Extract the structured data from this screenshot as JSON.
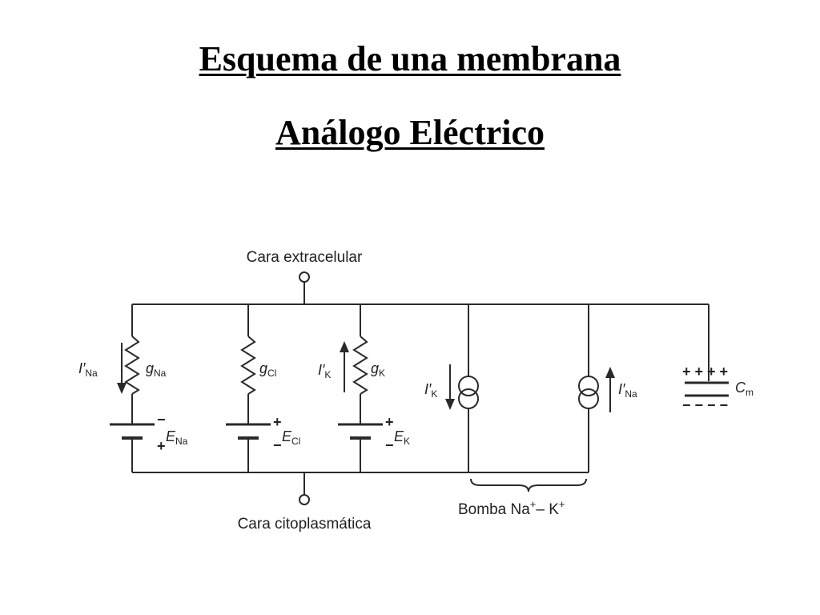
{
  "slide": {
    "title": "Esquema de una membrana",
    "subtitle": "Análogo Eléctrico"
  },
  "diagram": {
    "top_label": "Cara extracelular",
    "bottom_label": "Cara citoplasmática",
    "pump_label": "Bomba Na",
    "pump_label_k": "K",
    "branches": {
      "na": {
        "current": "I′",
        "current_sub": "Na",
        "conductance": "g",
        "conductance_sub": "Na",
        "emf": "E",
        "emf_sub": "Na"
      },
      "cl": {
        "conductance": "g",
        "conductance_sub": "Cl",
        "emf": "E",
        "emf_sub": "Cl"
      },
      "k": {
        "current": "I′",
        "current_sub": "K",
        "conductance": "g",
        "conductance_sub": "K",
        "emf": "E",
        "emf_sub": "K"
      },
      "pump_k": {
        "current": "I′",
        "current_sub": "K"
      },
      "pump_na": {
        "current": "I′",
        "current_sub": "Na"
      },
      "cap": {
        "label": "C",
        "label_sub": "m"
      }
    }
  }
}
